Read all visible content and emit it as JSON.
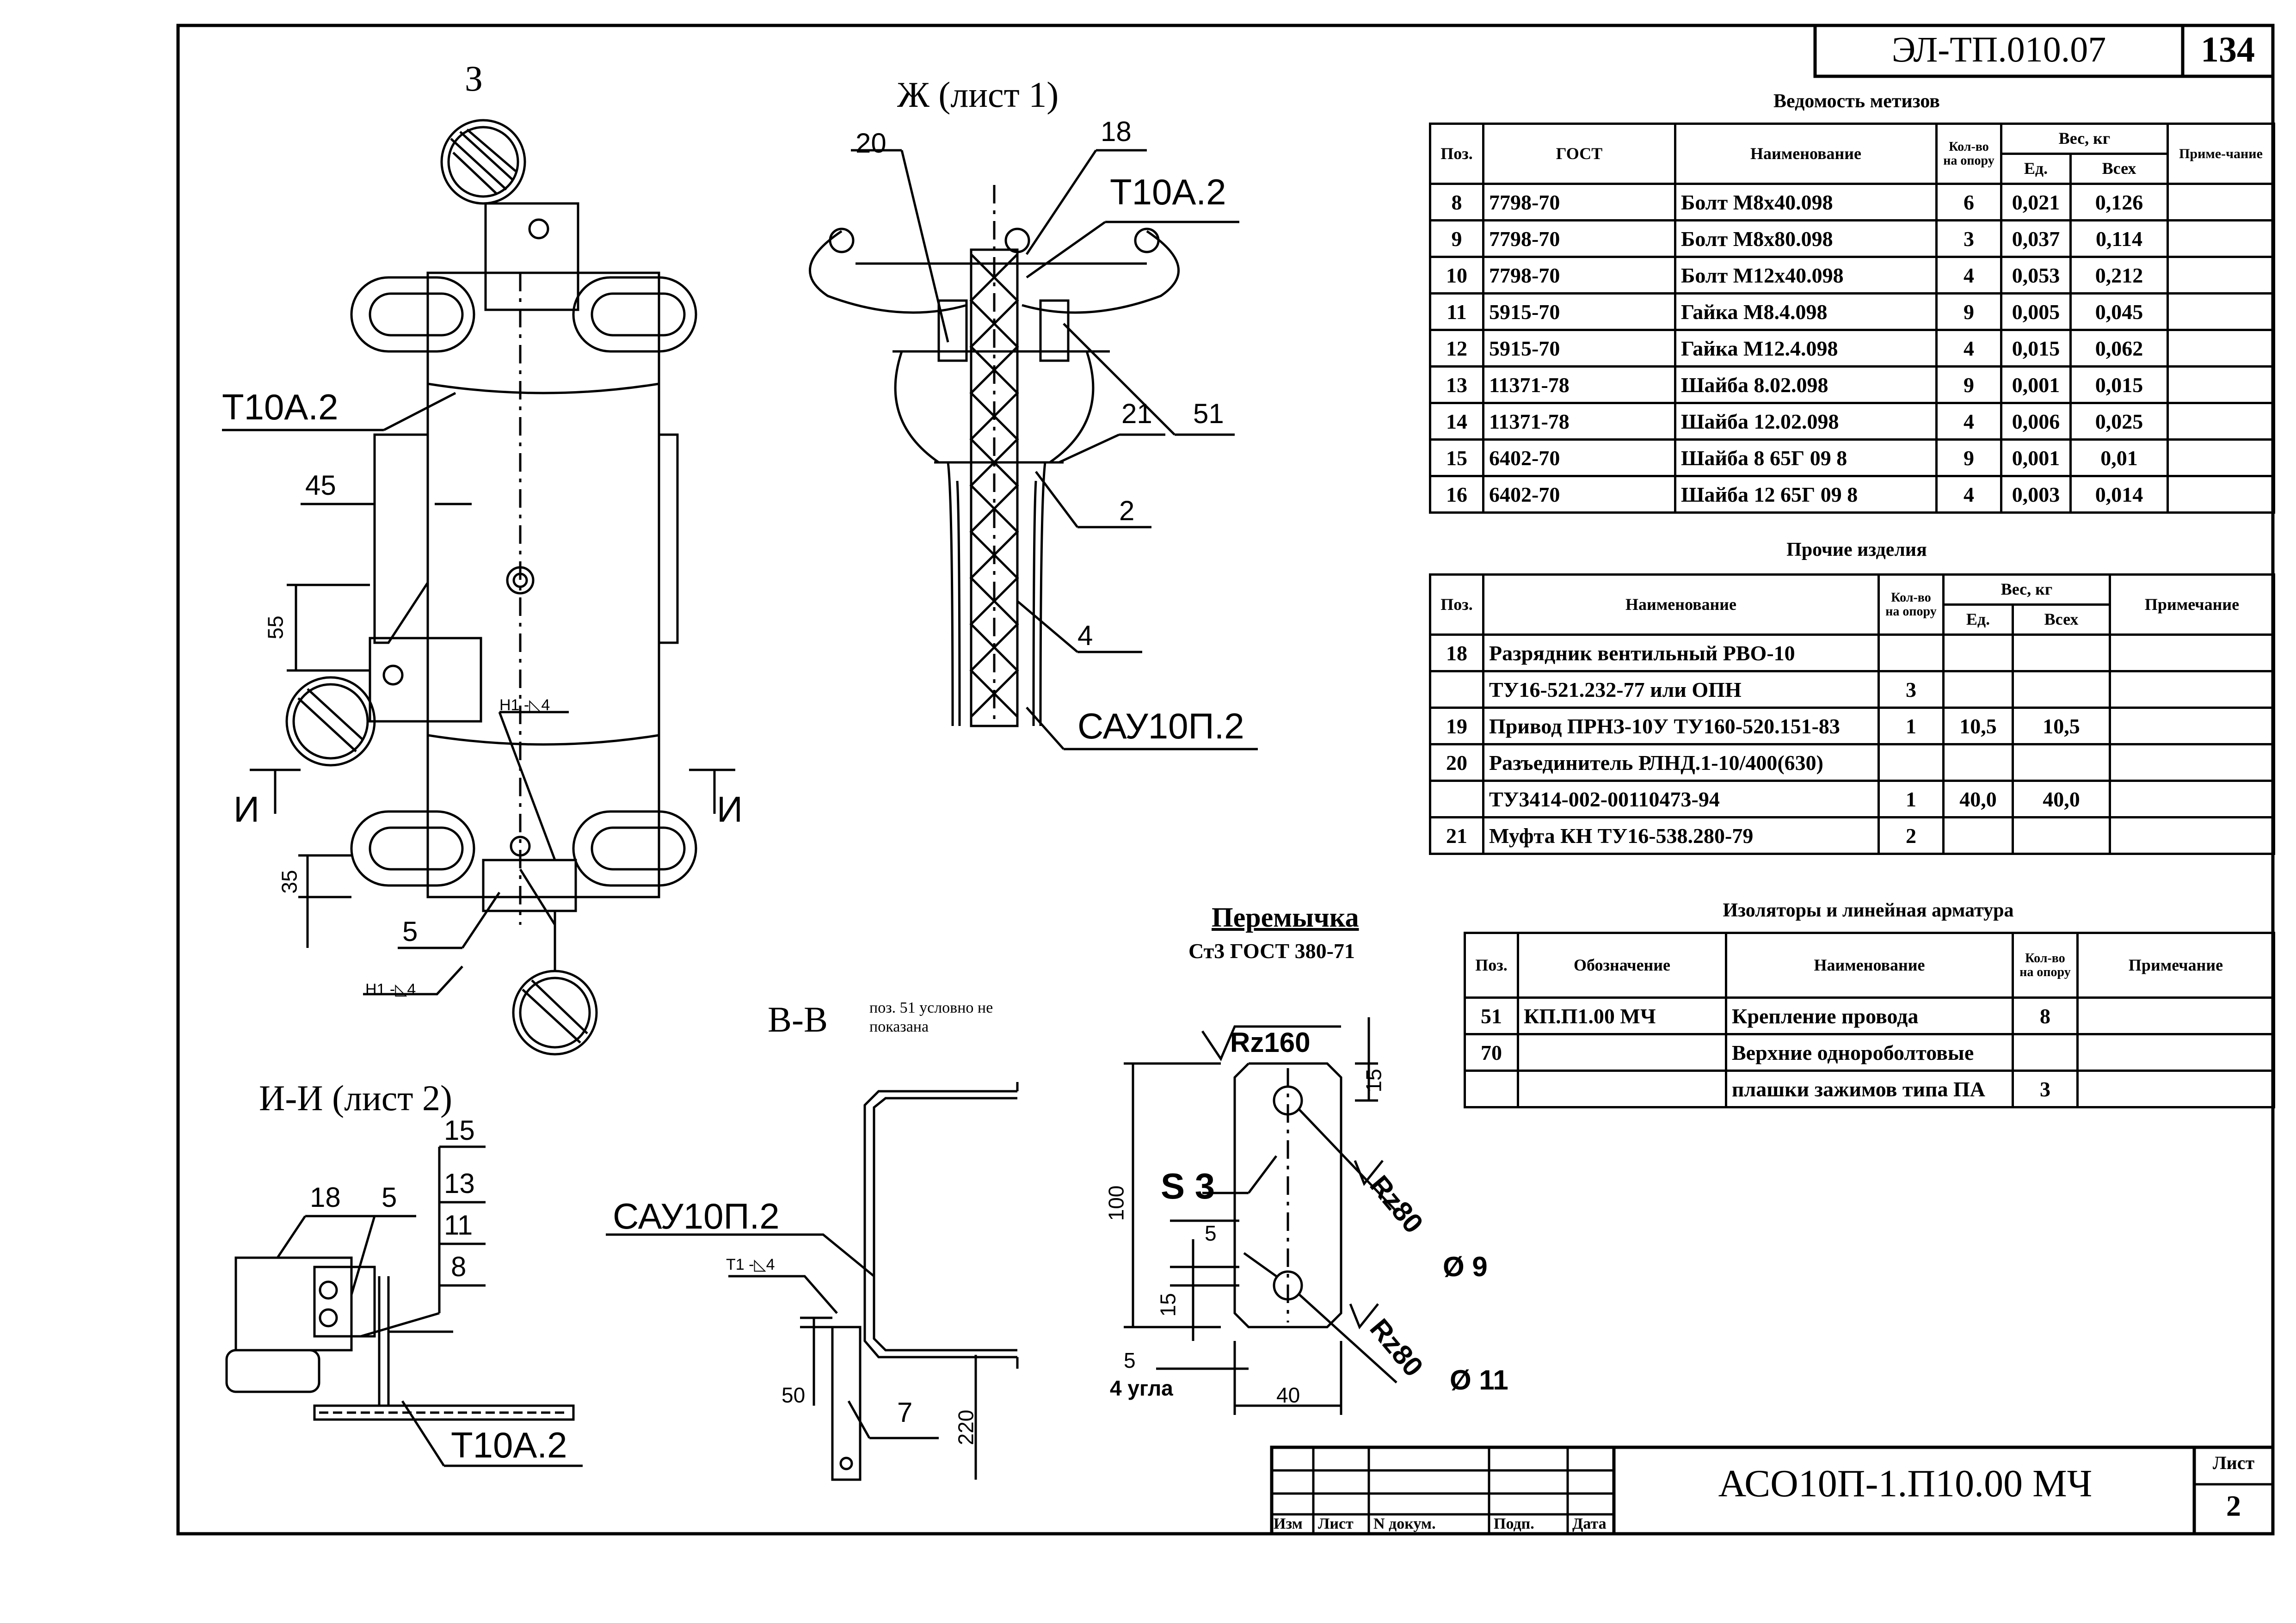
{
  "header": {
    "doc_code": "ЭЛ-ТП.010.07",
    "page_number": "134"
  },
  "views": {
    "view_z": "З",
    "view_zh": "Ж (лист 1)",
    "view_vv": "В-В",
    "view_vv_note": "поз. 51  условно не показана",
    "view_ii": "И-И (лист 2)",
    "jumper_title": "Перемычка",
    "jumper_material": "Ст3 ГОСТ 380-71"
  },
  "labels": {
    "t10a2": "Т10А.2",
    "sau10p2": "САУ10П.2",
    "weld_n1": "Н1 -◺4",
    "weld_t1": "Т1 -◺4",
    "section_i": "И",
    "dim_45": "45",
    "dim_55": "55",
    "dim_35": "35",
    "pos_5": "5",
    "pos_20": "20",
    "pos_18": "18",
    "pos_21": "21",
    "pos_51": "51",
    "pos_2": "2",
    "pos_4": "4",
    "ii_15": "15",
    "ii_13": "13",
    "ii_11": "11",
    "ii_8": "8",
    "ii_18": "18",
    "ii_5": "5",
    "vv_50": "50",
    "vv_7": "7",
    "vv_220": "220",
    "j_rz160": "Rz160",
    "j_15a": "15",
    "j_100": "100",
    "j_s3": "S 3",
    "j_rz80a": "Rz80",
    "j_5a": "5",
    "j_d9": "Ø 9",
    "j_15b": "15",
    "j_rz80b": "Rz80",
    "j_5b": "5",
    "j_4corners": "4 угла",
    "j_40": "40",
    "j_d11": "Ø 11"
  },
  "fasteners": {
    "title": "Ведомость метизов",
    "headers": {
      "pos": "Поз.",
      "gost": "ГОСТ",
      "name": "Наименование",
      "qty": "Кол-во на опору",
      "weight": "Вес, кг",
      "unit": "Ед.",
      "total": "Всех",
      "note": "Приме-чание"
    },
    "rows": [
      {
        "pos": "8",
        "gost": "7798-70",
        "name": "Болт М8х40.098",
        "qty": "6",
        "unit": "0,021",
        "total": "0,126"
      },
      {
        "pos": "9",
        "gost": "7798-70",
        "name": "Болт М8х80.098",
        "qty": "3",
        "unit": "0,037",
        "total": "0,114"
      },
      {
        "pos": "10",
        "gost": "7798-70",
        "name": "Болт М12х40.098",
        "qty": "4",
        "unit": "0,053",
        "total": "0,212"
      },
      {
        "pos": "11",
        "gost": "5915-70",
        "name": "Гайка М8.4.098",
        "qty": "9",
        "unit": "0,005",
        "total": "0,045"
      },
      {
        "pos": "12",
        "gost": "5915-70",
        "name": "Гайка М12.4.098",
        "qty": "4",
        "unit": "0,015",
        "total": "0,062"
      },
      {
        "pos": "13",
        "gost": "11371-78",
        "name": "Шайба 8.02.098",
        "qty": "9",
        "unit": "0,001",
        "total": "0,015"
      },
      {
        "pos": "14",
        "gost": "11371-78",
        "name": "Шайба 12.02.098",
        "qty": "4",
        "unit": "0,006",
        "total": "0,025"
      },
      {
        "pos": "15",
        "gost": "6402-70",
        "name": "Шайба 8 65Г 09 8",
        "qty": "9",
        "unit": "0,001",
        "total": "0,01"
      },
      {
        "pos": "16",
        "gost": "6402-70",
        "name": "Шайба 12 65Г 09 8",
        "qty": "4",
        "unit": "0,003",
        "total": "0,014"
      }
    ]
  },
  "other": {
    "title": "Прочие изделия",
    "headers": {
      "pos": "Поз.",
      "name": "Наименование",
      "qty": "Кол-во на опору",
      "weight": "Вес, кг",
      "unit": "Ед.",
      "total": "Всех",
      "note": "Примечание"
    },
    "rows": [
      {
        "pos": "18",
        "name": "Разрядник вентильный РВО-10",
        "qty": "",
        "unit": "",
        "total": ""
      },
      {
        "pos": "",
        "name": "ТУ16-521.232-77 или ОПН",
        "qty": "3",
        "unit": "",
        "total": ""
      },
      {
        "pos": "19",
        "name": "Привод ПРНЗ-10У ТУ160-520.151-83",
        "qty": "1",
        "unit": "10,5",
        "total": "10,5"
      },
      {
        "pos": "20",
        "name": "Разъединитель РЛНД.1-10/400(630)",
        "qty": "",
        "unit": "",
        "total": ""
      },
      {
        "pos": "",
        "name": "ТУ3414-002-00110473-94",
        "qty": "1",
        "unit": "40,0",
        "total": "40,0"
      },
      {
        "pos": "21",
        "name": "Муфта КН ТУ16-538.280-79",
        "qty": "2",
        "unit": "",
        "total": ""
      }
    ]
  },
  "insulators": {
    "title": "Изоляторы и линейная арматура",
    "headers": {
      "pos": "Поз.",
      "designation": "Обозначение",
      "name": "Наименование",
      "qty": "Кол-во на опору",
      "note": "Примечание"
    },
    "rows": [
      {
        "pos": "51",
        "designation": "КП.П1.00 МЧ",
        "name": "Крепление провода",
        "qty": "8"
      },
      {
        "pos": "70",
        "designation": "",
        "name": "Верхние однороболтовые",
        "qty": ""
      },
      {
        "pos": "",
        "designation": "",
        "name": "плашки зажимов типа ПА",
        "qty": "3"
      }
    ]
  },
  "title_block": {
    "designation": "АСО10П-1.П10.00 МЧ",
    "sheet_label": "Лист",
    "sheet_number": "2",
    "columns": [
      "Изм",
      "Лист",
      "N докум.",
      "Подп.",
      "Дата"
    ]
  }
}
